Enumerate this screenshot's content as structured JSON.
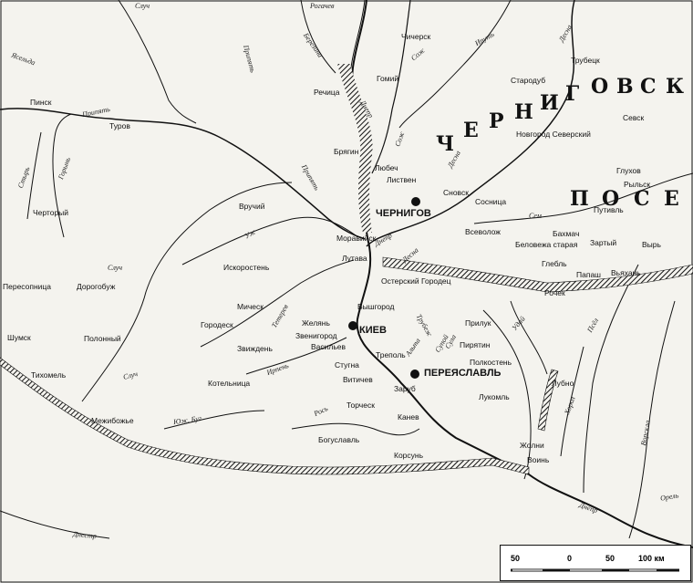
{
  "regions": {
    "chernigov_letters": [
      "Ч",
      "Е",
      "Р",
      "Н",
      "И",
      "Г",
      "О",
      "В",
      "С",
      "К"
    ],
    "posie_letters": [
      "П",
      "О",
      "С",
      "Е"
    ]
  },
  "cities": {
    "chernigov": "ЧЕРНИГОВ",
    "kiev": "КИЕВ",
    "pereyaslavl": "ПЕРЕЯСЛАВЛЬ",
    "turov": "Туров",
    "pinsk": "Пинск",
    "rechitsa": "Речица",
    "gomiy": "Гомий",
    "chichersk": "Чичерск",
    "starodub": "Стародуб",
    "trubetsk": "Трубецк",
    "sevsk": "Севск",
    "novgorod_severskiy": "Новгород Северский",
    "glukhov": "Глухов",
    "rylsk": "Рыльск",
    "putivl": "Путивль",
    "bryagin": "Брягин",
    "lyubech": "Любеч",
    "listven": "Листвен",
    "snovsk": "Сновск",
    "sosnitsa": "Сосница",
    "vruchiy": "Вручий",
    "chertoriy": "Черторый",
    "morovijsk": "Моравийск",
    "vsevolozh": "Всеволож",
    "bakhmach": "Бахмач",
    "belovezha": "Беловежа старая",
    "zartyy": "Зартый",
    "vyr": "Вырь",
    "lutava": "Лутава",
    "glebl": "Глебль",
    "papash": "Папаш",
    "vyakhan": "Вьяхань",
    "iskorosten": "Искоростень",
    "peresopnitsa": "Пересопница",
    "dorogobuzh": "Дорогобуж",
    "oster": "Остерский Городец",
    "vyshgorod": "Вышгород",
    "rochek": "Рочек",
    "michesk": "Мическ",
    "gorodesk": "Городеск",
    "zhelyan": "Желянь",
    "zvenigorod": "Звенигород",
    "vasilev": "Васильев",
    "zvizhden": "Звиждень",
    "priluk": "Прилук",
    "shumsk": "Шумск",
    "polonnyy": "Полонный",
    "tikhomel": "Тихомель",
    "kotelnitsa": "Котельница",
    "trepol": "Треполь",
    "stugno": "Стугна",
    "vitichev": "Витичев",
    "piryatin": "Пирятин",
    "polkosten": "Полкостень",
    "zarub": "Заруб",
    "lukoml": "Лукомль",
    "lubno": "Лубно",
    "torchesk": "Торческ",
    "kanev": "Канев",
    "mezhibozhye": "Межибожье",
    "boguslavl": "Богуславль",
    "korsun": "Корсунь",
    "zholni": "Жолни",
    "voin": "Воинь"
  },
  "rivers": {
    "sluch_top": "Случ",
    "yaselda": "Ясельда",
    "pripyat_w": "Припять",
    "pripyat_mid": "Припять",
    "pripyat_e": "Припять",
    "styr": "Стырь",
    "goryn": "Горынь",
    "sluch_mid": "Случ",
    "sluch_low": "Случ",
    "berezina": "Березина",
    "dnepr_top": "Днепр",
    "dnepr_mid": "Днепр",
    "dnepr_low": "Днепр",
    "sozh": "Сож",
    "sozh2": "Сож",
    "iput": "Ипуть",
    "desna_top": "Десна",
    "desna_mid": "Десна",
    "desna_low": "Десна",
    "sem": "Сем",
    "uzh": "Уж",
    "teterev": "Тетерев",
    "irpen": "Ирпень",
    "ros": "Рось",
    "sula": "Сула",
    "trubezh": "Трубеж",
    "alta": "Альта",
    "supoy": "Супой",
    "udai": "Удай",
    "psel": "Псёл",
    "khorol": "Хорол",
    "vorskla": "Ворскла",
    "orel": "Орель",
    "yuzh_bug": "Юж. Буг",
    "dnestr": "Днестр",
    "pripyat_top": "Рогачев"
  },
  "scale": {
    "labels": [
      "50",
      "0",
      "50",
      "100 км"
    ]
  },
  "colors": {
    "ink": "#111111",
    "paper": "#f4f3ee"
  }
}
